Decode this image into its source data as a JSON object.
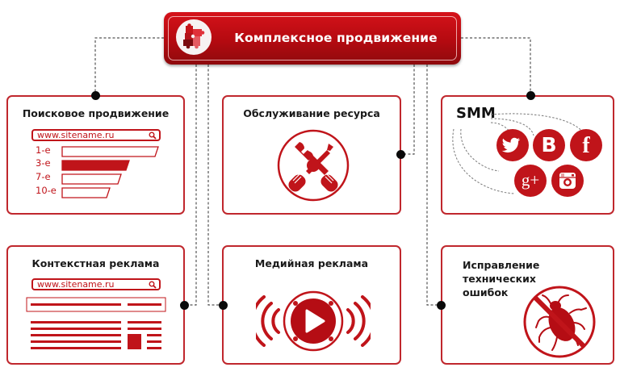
{
  "header": {
    "title": "Комплексное продвижение",
    "icon": "puzzle-icon"
  },
  "colors": {
    "accent": "#c0141a",
    "accent_dark": "#8e0a0d",
    "border": "#c0272d",
    "connector": "#555555",
    "dot": "#0a0a0a"
  },
  "cards": {
    "search": {
      "title": "Поисковое продвижение",
      "search_value": "www.sitename.ru",
      "search_icon": "magnifier-icon",
      "ranks": [
        {
          "label": "1-е",
          "filled": false
        },
        {
          "label": "3-е",
          "filled": true
        },
        {
          "label": "7-е",
          "filled": false
        },
        {
          "label": "10-е",
          "filled": false
        }
      ]
    },
    "maintenance": {
      "title": "Обслуживание ресурса",
      "icon": "wrench-screwdriver-icon"
    },
    "smm": {
      "title": "SMM",
      "networks": [
        "twitter",
        "vkontakte",
        "facebook",
        "google-plus",
        "instagram"
      ],
      "vk_letter": "B",
      "fb_letter": "f",
      "gplus_label": "g+"
    },
    "context": {
      "title": "Контекстная реклама",
      "search_value": "www.sitename.ru",
      "search_icon": "magnifier-icon"
    },
    "media": {
      "title": "Медийная реклама",
      "icon": "play-broadcast-icon"
    },
    "bugs": {
      "title_line1": "Исправление технических",
      "title_line2": "ошибок",
      "icon": "no-bug-icon"
    }
  }
}
